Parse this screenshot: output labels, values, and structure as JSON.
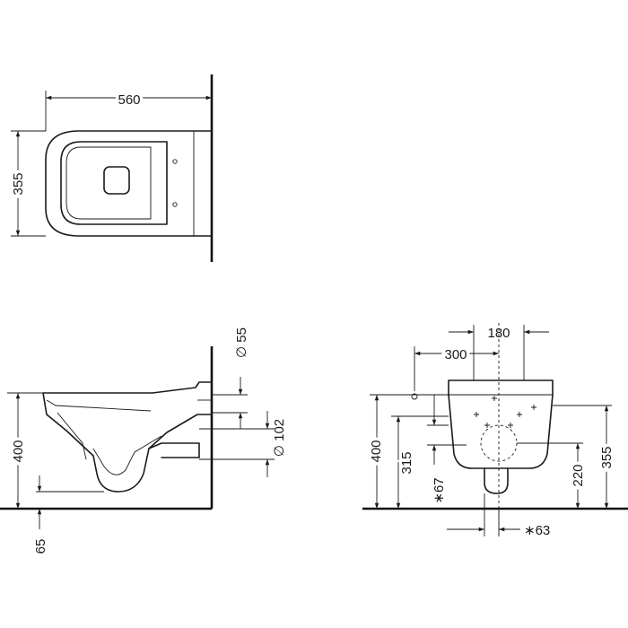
{
  "top_view": {
    "width_label": "560",
    "depth_label": "355"
  },
  "side_view": {
    "height_label": "400",
    "floor_label": "65",
    "inlet_label": "∅ 55",
    "outlet_label": "∅ 102"
  },
  "front_view": {
    "bolt_spacing_label": "180",
    "inlet_offset_label": "300",
    "height_label": "400",
    "inlet_height_label": "315",
    "inlet_mark_label": "∗67",
    "outlet_height_label": "220",
    "top_height_label": "355",
    "outlet_width_label": "∗63"
  }
}
